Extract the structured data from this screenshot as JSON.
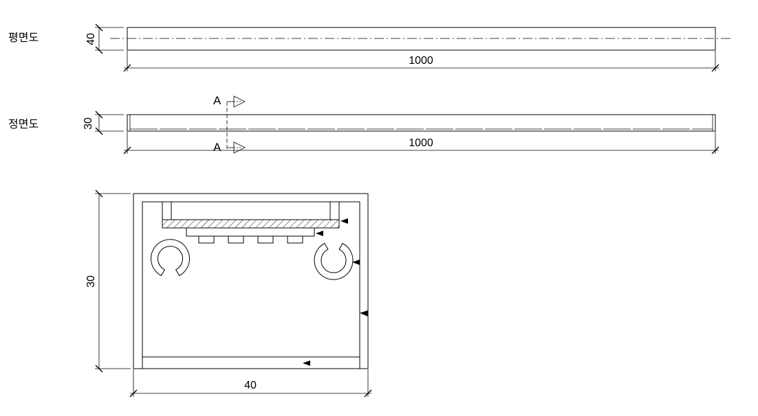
{
  "plan_view": {
    "title": "평면도",
    "width_dim": "40",
    "length_dim": "1000"
  },
  "front_view": {
    "title": "정면도",
    "height_dim": "30",
    "length_dim": "1000",
    "section_label_top": "A",
    "section_label_bottom": "A"
  },
  "section_view": {
    "height_dim": "30",
    "width_dim": "40"
  }
}
